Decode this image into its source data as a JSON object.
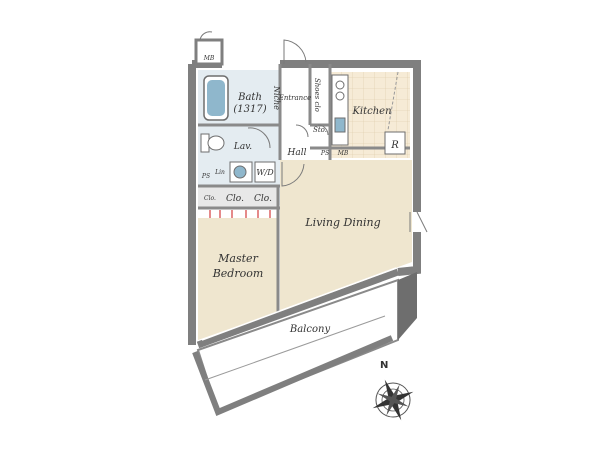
{
  "floorplan": {
    "rooms": {
      "bath_name": "Bath",
      "bath_size": "(1317)",
      "niche": "Niche",
      "entrance": "Entrance",
      "shoes_clo": "Shoes clo",
      "sto": "Sto.",
      "kitchen": "Kitchen",
      "refrigerator": "R",
      "hall": "Hall",
      "lav": "Lav.",
      "ps_left": "PS",
      "lin": "Lin",
      "wd": "W/D",
      "clo_small": "Clo.",
      "clo_1": "Clo.",
      "clo_2": "Clo.",
      "ps_kitchen": "PS",
      "mb_kitchen": "MB",
      "mb_top": "MB",
      "living_dining": "Living Dining",
      "master_line1": "Master",
      "master_line2": "Bedroom",
      "balcony": "Balcony"
    },
    "compass": {
      "north": "N"
    },
    "colors": {
      "wall": "#7f7f7f",
      "wall_dark": "#5f5f5f",
      "floor_wood": "#efe6cf",
      "floor_tile": "#e4ecf1",
      "kitchen_tile": "#f6ebd6",
      "bath_fixture": "#8fb7cc",
      "stripe": "#e58a8a"
    }
  }
}
